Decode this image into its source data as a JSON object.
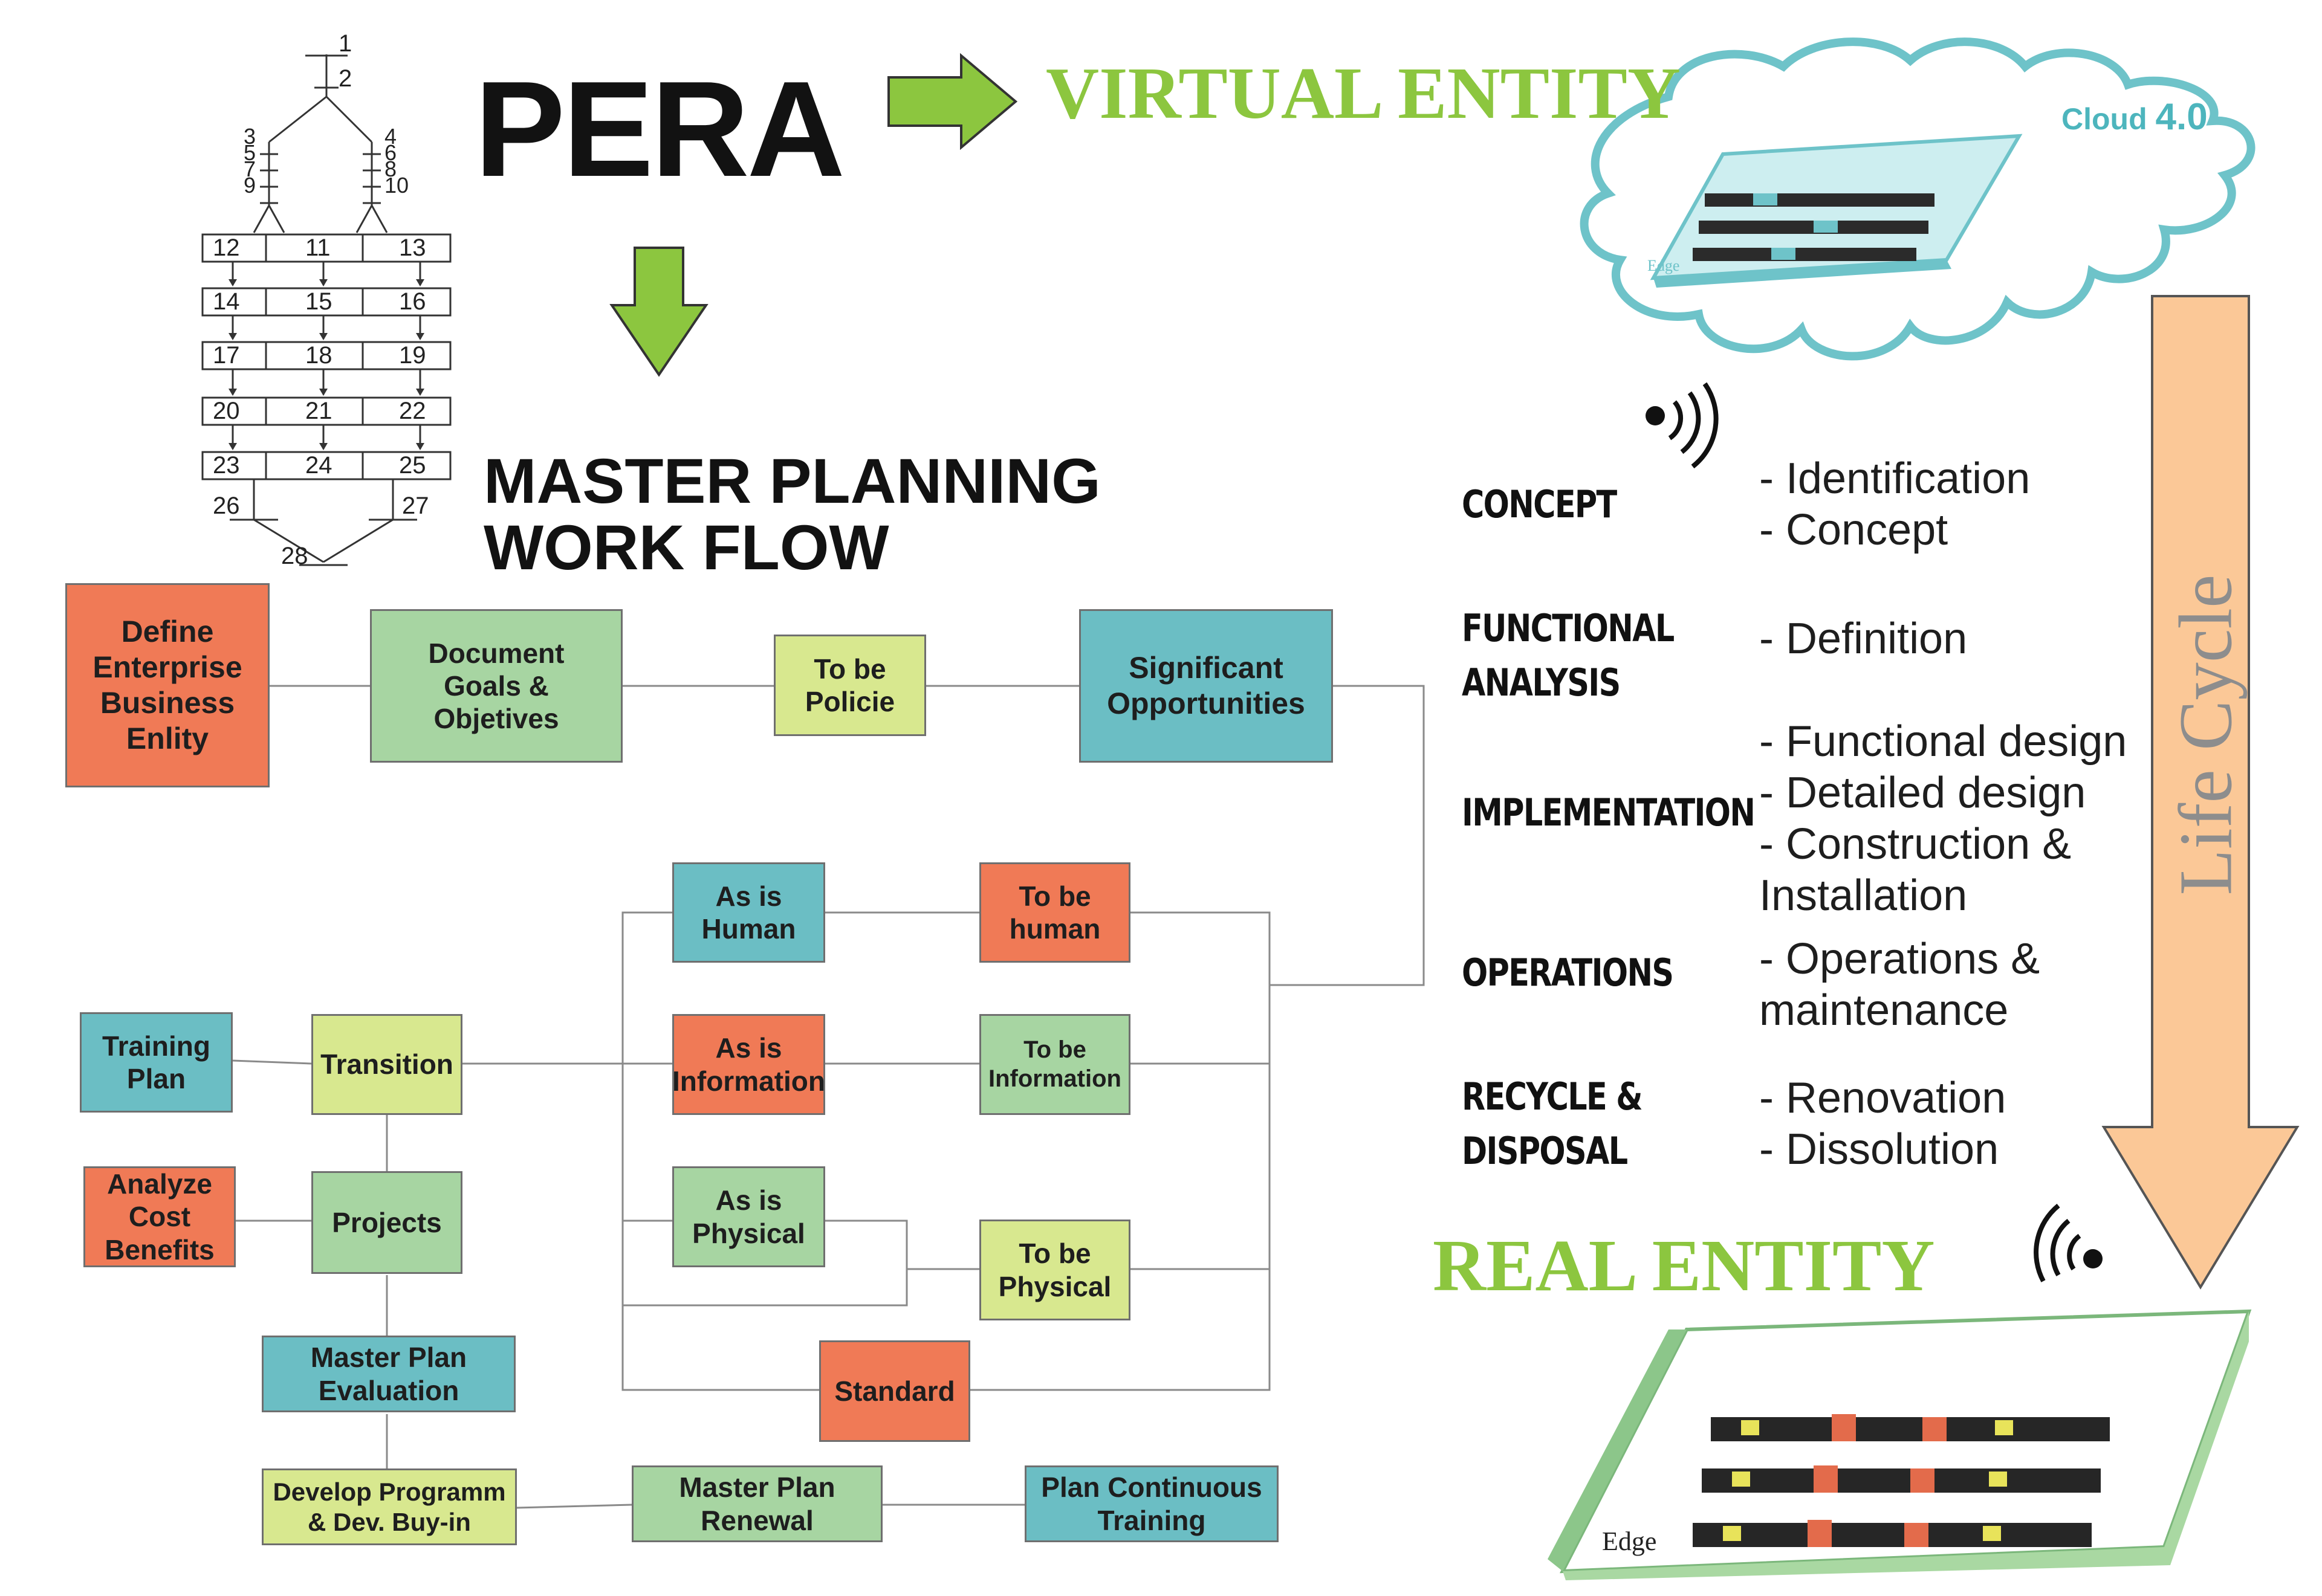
{
  "colors": {
    "orange": "#f07a56",
    "green": "#a7d5a2",
    "yellow": "#d8e88f",
    "teal": "#6bbec4",
    "arrow_green": "#8cc63f",
    "lifecycle_arrow": "#fbc897",
    "cloud_stroke": "#6ec3c9",
    "entity_green": "#8cc63f"
  },
  "titles": {
    "pera": "PERA",
    "master_planning": "MASTER PLANNING\nWORK FLOW",
    "virtual_entity": "VIRTUAL ENTITY",
    "real_entity": "REAL ENTITY",
    "cloud_label": "Cloud",
    "cloud_version": "4.0",
    "edge_virtual": "Edge",
    "edge_real": "Edge",
    "life_cycle": "Life Cycle"
  },
  "pera_diagram": {
    "top_numbers": [
      "1",
      "2"
    ],
    "left_branch": [
      "3",
      "5",
      "7",
      "9"
    ],
    "right_branch": [
      "4",
      "6",
      "8",
      "10"
    ],
    "rows": [
      [
        "12",
        "11",
        "13"
      ],
      [
        "14",
        "15",
        "16"
      ],
      [
        "17",
        "18",
        "19"
      ],
      [
        "20",
        "21",
        "22"
      ],
      [
        "23",
        "24",
        "25"
      ]
    ],
    "bottom_left": "26",
    "bottom_right": "27",
    "bottom": "28"
  },
  "workflow": {
    "define_enterprise": "Define\nEnterprise\nBusiness\nEnlity",
    "document_goals": "Document\nGoals &\nObjetives",
    "to_be_policie": "To be\nPolicie",
    "significant_opportunities": "Significant\nOpportunities",
    "as_is_human": "As is\nHuman",
    "to_be_human": "To be\nhuman",
    "training_plan": "Training\nPlan",
    "transition": "Transition",
    "as_is_information": "As is\nInformation",
    "to_be_information": "To be\nInformation",
    "analyze_cost": "Analyze\nCost\nBenefits",
    "projects": "Projects",
    "as_is_physical": "As is\nPhysical",
    "to_be_physical": "To be\nPhysical",
    "master_plan_evaluation": "Master Plan\nEvaluation",
    "standard": "Standard",
    "develop_programm": "Develop Programm\n& Dev. Buy-in",
    "master_plan_renewal": "Master Plan\nRenewal",
    "plan_continuous_training": "Plan Continuous\nTraining"
  },
  "lifecycle": {
    "stages": [
      {
        "name": "CONCEPT",
        "items": "- Identification\n- Concept"
      },
      {
        "name": "FUNCTIONAL\nANALYSIS",
        "items": "- Definition"
      },
      {
        "name": "IMPLEMENTATION",
        "items": "- Functional design\n- Detailed design\n- Construction &\n  Installation"
      },
      {
        "name": "OPERATIONS",
        "items": "- Operations &\n  maintenance"
      },
      {
        "name": "RECYCLE &\nDISPOSAL",
        "items": "- Renovation\n- Dissolution"
      }
    ]
  }
}
